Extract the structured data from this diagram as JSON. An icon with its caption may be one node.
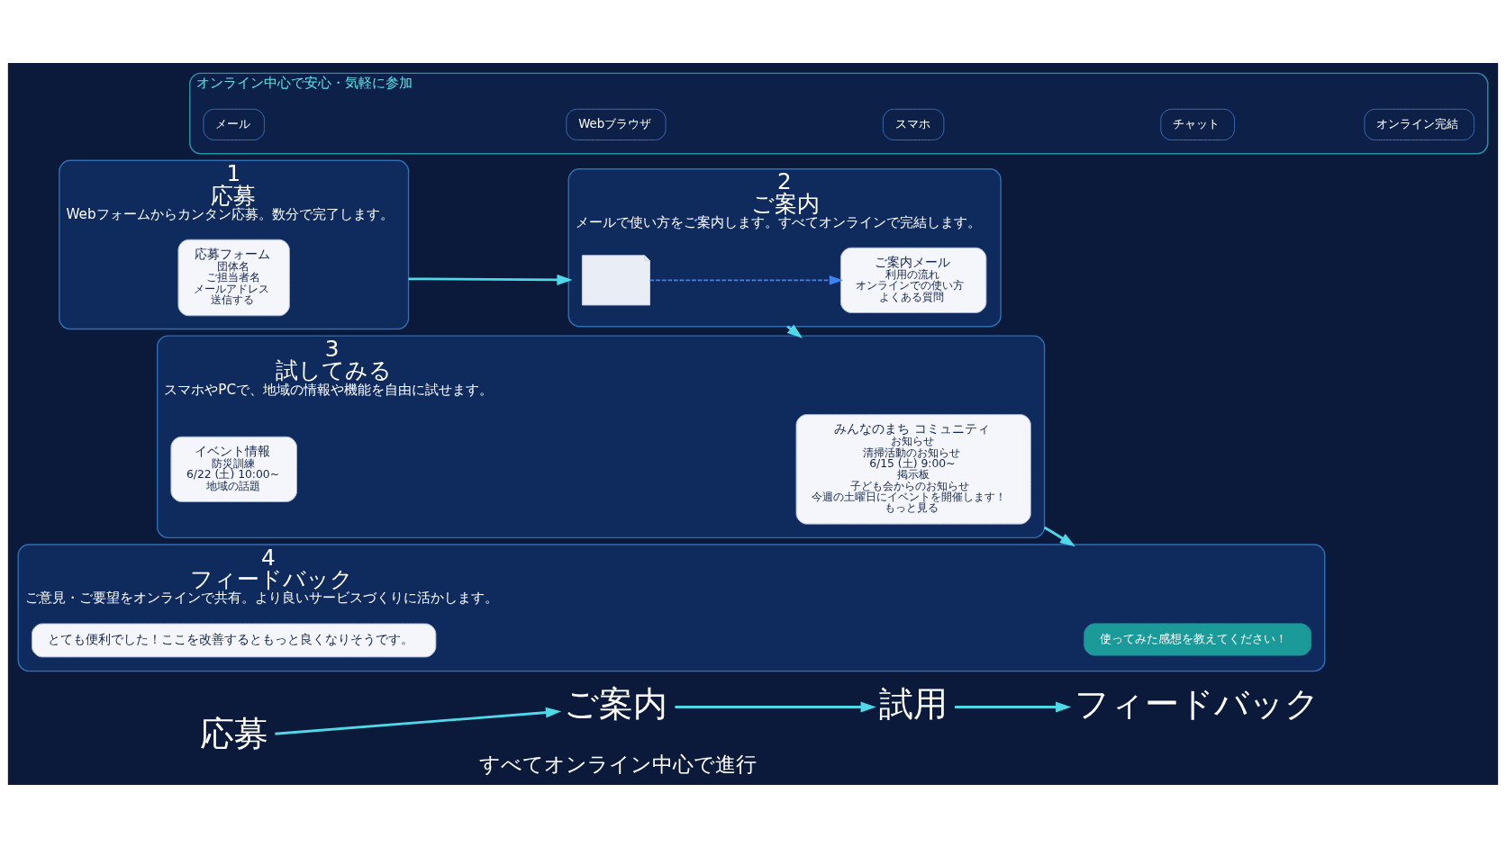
{
  "diagram": {
    "nodes": [
      {
        "text": [
          "応募"
        ]
      },
      {
        "text": [
          "ご案内"
        ]
      },
      {
        "text": [
          "試用"
        ]
      },
      {
        "text": [
          "フィードバック"
        ]
      },
      {
        "text": [
          "1",
          "応募",
          "Webフォームからカンタン応募。数分で完了します。"
        ]
      },
      {
        "text": [
          "応募フォーム",
          "団体名",
          "ご担当者名",
          "メールアドレス",
          "送信する"
        ],
        "in": 4
      },
      {
        "text": [
          "2",
          "ご案内",
          "メールで使い方をご案内します。すべてオンラインで完結します。"
        ]
      },
      {
        "text": [],
        "shape": "picture",
        "in": 6
      },
      {
        "text": [
          "ご案内メール",
          "利用の流れ",
          "オンラインでの使い方",
          "よくある質問"
        ],
        "in": 6
      },
      {
        "text": [
          "3",
          "試してみる",
          "スマホやPCで、地域の情報や機能を自由に試せます。"
        ]
      },
      {
        "text": [
          "みんなのまち コミュニティ",
          "お知らせ",
          "清掃活動のお知らせ",
          "6/15 (土) 9:00~",
          "掲示板",
          "子ども会からのお知らせ",
          "今週の土曜日にイベントを開催します！",
          "もっと見る"
        ],
        "in": 9
      },
      {
        "text": [
          "イベント情報",
          "防災訓練",
          "6/22 (土) 10:00~",
          "地域の話題"
        ],
        "in": 9
      },
      {
        "text": [
          "4",
          "フィードバック",
          "ご意見・ご要望をオンラインで共有。より良いサービスづくりに活かします。"
        ]
      },
      {
        "text": [
          "使ってみた感想を教えてください！"
        ],
        "in": 12
      },
      {
        "text": [
          "とても便利でした！ここを改善するともっと良くなりそうです。"
        ],
        "in": 12
      },
      {
        "text": [
          "オンライン中心で安心・気軽に参加"
        ]
      },
      {
        "text": [
          "メール"
        ],
        "in": 15
      },
      {
        "text": [
          "Webブラウザ"
        ],
        "in": 15
      },
      {
        "text": [
          "スマホ"
        ],
        "in": 15
      },
      {
        "text": [
          "チャット"
        ],
        "in": 15
      },
      {
        "text": [
          "オンライン完結"
        ],
        "in": 15
      }
    ],
    "edges": [
      {
        "from": 0,
        "to": 1,
        "arrow": "to"
      },
      {
        "from": 1,
        "to": 2,
        "arrow": "to"
      },
      {
        "from": 2,
        "to": 3,
        "arrow": "to"
      },
      {
        "from": 4,
        "to": 6,
        "arrow": "to"
      },
      {
        "from": 6,
        "to": 9,
        "arrow": "to"
      },
      {
        "from": 9,
        "to": 12,
        "arrow": "to"
      },
      {
        "from": 7,
        "to": 8,
        "arrow": "to",
        "style": "dashed",
        "color": "#3b82f6"
      }
    ],
    "labels": [
      "すべてオンライン中心で進行"
    ]
  }
}
